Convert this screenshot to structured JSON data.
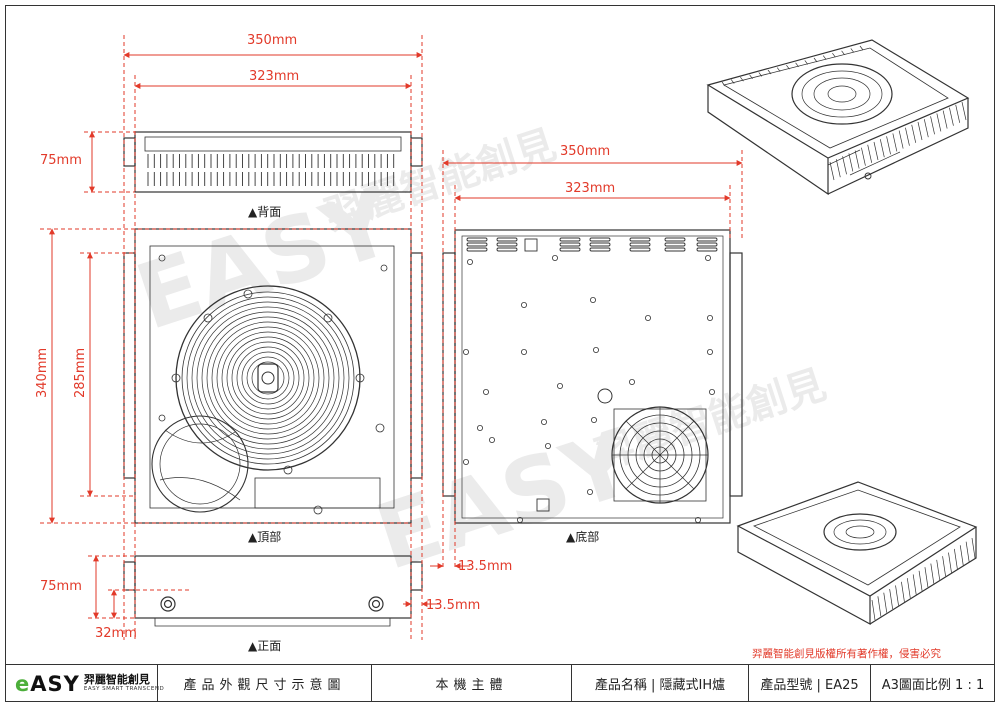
{
  "dimensions": {
    "top_outer_width": "350mm",
    "top_inner_width": "323mm",
    "right_outer_width": "350mm",
    "right_inner_width": "323mm",
    "back_height": "75mm",
    "side_outer_height": "340mm",
    "side_inner_height": "285mm",
    "front_height": "75mm",
    "front_offset": "32mm",
    "flange_bottom": "13.5mm",
    "flange_side": "13.5mm"
  },
  "view_labels": {
    "back": "▲背面",
    "top": "▲頂部",
    "bottom": "▲底部",
    "front": "▲正面"
  },
  "copyright": "羿麗智能創見版權所有著作權，侵害必究",
  "titlebar": {
    "logo_mark": "EASY",
    "logo_cn": "羿麗智能創見",
    "logo_en": "EASY SMART TRANSCEND",
    "drawing_title": "產品外觀尺寸示意圖",
    "component": "本機主體",
    "product_name": "產品名稱 | 隱藏式IH爐",
    "model": "產品型號 | EA25",
    "scale": "A3圖面比例 1 : 1"
  },
  "colors": {
    "dimension_red": "#e23a2a",
    "line_dark": "#333333",
    "logo_green": "#4cae3a"
  }
}
